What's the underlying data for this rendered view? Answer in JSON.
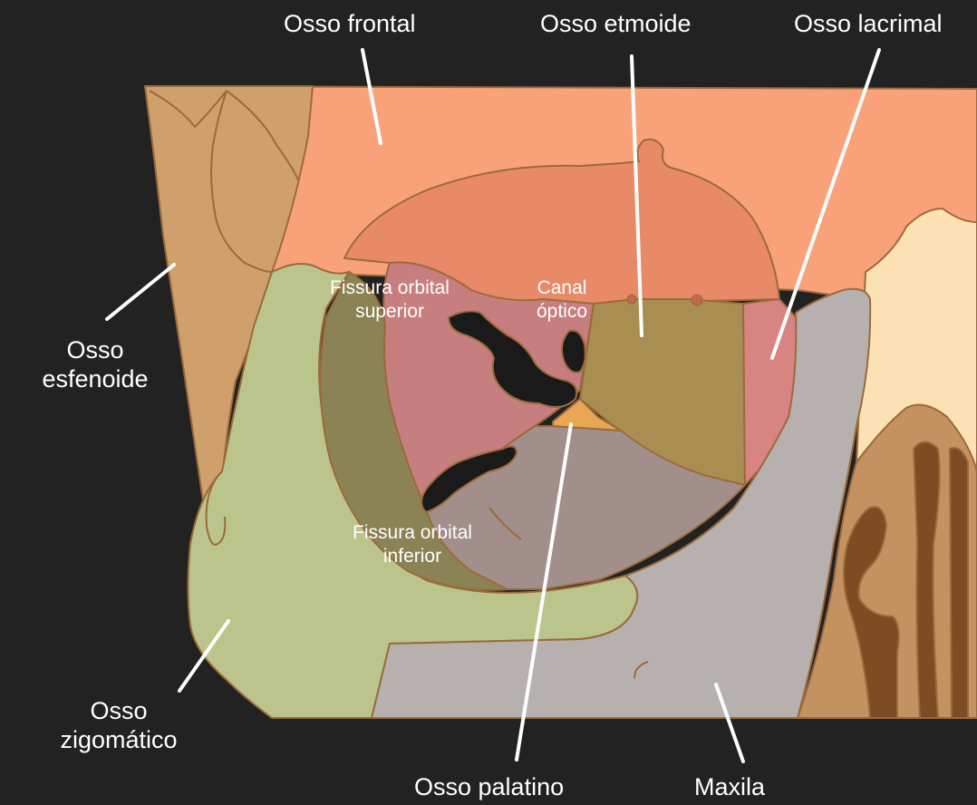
{
  "labels": {
    "frontal": "Osso frontal",
    "ethmoid": "Osso etmoide",
    "lacrimal": "Osso lacrimal",
    "sphenoid_line1": "Osso",
    "sphenoid_line2": "esfenoide",
    "zygomatic_line1": "Osso",
    "zygomatic_line2": "zigomático",
    "palatine": "Osso palatino",
    "maxilla": "Maxila",
    "sup_fissure_line1": "Fissura orbital",
    "sup_fissure_line2": "superior",
    "optic_line1": "Canal",
    "optic_line2": "óptico",
    "inf_fissure_line1": "Fissura orbital",
    "inf_fissure_line2": "inferior"
  },
  "colors": {
    "background": "#222222",
    "frontal": "#F9A27A",
    "orbital_roof": "#E88A67",
    "sphenoid": "#CFA06C",
    "sphenoid_orbital": "#C67E7E",
    "ethmoid": "#A98E52",
    "lacrimal": "#D78483",
    "palatine": "#E8A755",
    "zygomatic": "#BAC48B",
    "zygomatic_orbital": "#8B8355",
    "maxilla": "#B6B1AE",
    "maxilla_orbital": "#A28F8C",
    "nasal": "#FCE1B5",
    "nasal_cavity": "#C49261",
    "concha": "#7E4C22",
    "fissure": "#1A1A1A",
    "outline": "#9B6A3C",
    "leader": "#FFFFFF"
  }
}
